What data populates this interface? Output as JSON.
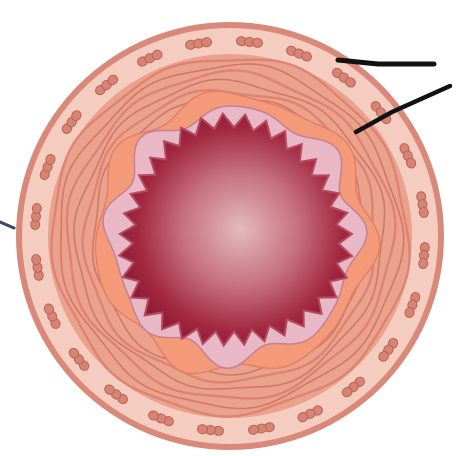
{
  "diagram": {
    "subject": "cross-section-of-blood-vessel",
    "layers": [
      {
        "id": "adventitia",
        "color": "#f4cdc0"
      },
      {
        "id": "outer-rim",
        "color": "#d9897a"
      },
      {
        "id": "tunica-media-outer",
        "color": "#e79d86"
      },
      {
        "id": "tunica-media-inner",
        "color": "#f08f73"
      },
      {
        "id": "internal-elastic-lamina",
        "color": "#f4a27f"
      },
      {
        "id": "tunica-intima",
        "color": "#e7b5c4"
      },
      {
        "id": "lumen",
        "color": "#a92d48"
      }
    ],
    "colors": {
      "background": "#ffffff",
      "adventitia": "#f4cdc0",
      "outer_rim": "#d9897a",
      "muscle_light": "#eea38f",
      "muscle_dark": "#c8695a",
      "wavy_lamina": "#c2606c",
      "intima_pink": "#e7b5c4",
      "lumen_center": "#d7a3ab",
      "lumen_edge": "#8e1f36",
      "vasa_vasorum": "#d78474",
      "pointer_line": "#111111"
    },
    "pointer_lines": [
      {
        "name": "pointer-line-upper",
        "target": "adventitia"
      },
      {
        "name": "pointer-line-lower",
        "target": "tunica-media"
      },
      {
        "name": "pointer-line-left",
        "target": "outer-rim"
      }
    ],
    "vasa_vasorum_count": 24,
    "fold_count": 34
  }
}
